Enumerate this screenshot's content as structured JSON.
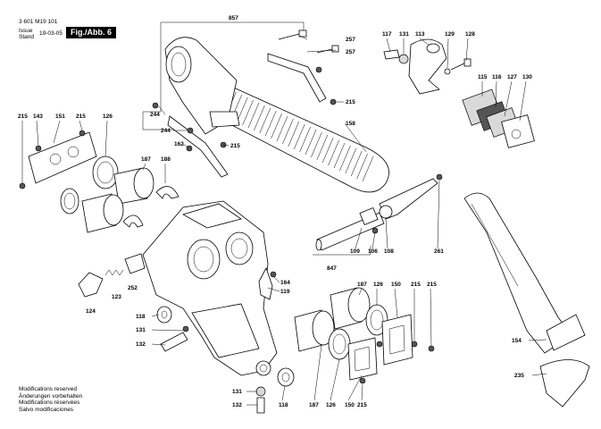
{
  "header": {
    "doc_number": "3 601 M19 101",
    "issue_label": "Issue",
    "stand_label": "Stand",
    "issue_date": "19-03-05",
    "figure_label": "Fig./Abb. 6"
  },
  "notes": [
    "Modifications reserved",
    "Änderungen vorbehalten",
    "Modifications réservées",
    "Salvo modificaciones"
  ],
  "labels": {
    "l857": "857",
    "l257a": "257",
    "l257b": "257",
    "l215_top": "215",
    "l158": "158",
    "l244a": "244",
    "l244b": "244",
    "l162": "162",
    "l215_mid": "215",
    "l117": "117",
    "l131_top": "131",
    "l113": "113",
    "l129": "129",
    "l128": "128",
    "l115": "115",
    "l116": "116",
    "l127": "127",
    "l130": "130",
    "l215_left": "215",
    "l143": "143",
    "l151": "151",
    "l215_left2": "215",
    "l126_left": "126",
    "l187_left": "187",
    "l188": "188",
    "l109": "109",
    "l106": "106",
    "l108": "108",
    "l261": "261",
    "l847": "847",
    "l252": "252",
    "l123": "123",
    "l124": "124",
    "l164": "164",
    "l119": "119",
    "l187_r": "187",
    "l126_r": "126",
    "l150_r": "150",
    "l215_r1": "215",
    "l215_r2": "215",
    "l118_mid": "118",
    "l131_mid": "131",
    "l132_mid": "132",
    "l131_bot": "131",
    "l132_bot": "132",
    "l118_bot": "118",
    "l187_bot": "187",
    "l126_bot": "126",
    "l150_bot": "150",
    "l215_bot": "215",
    "l154": "154",
    "l235": "235"
  }
}
